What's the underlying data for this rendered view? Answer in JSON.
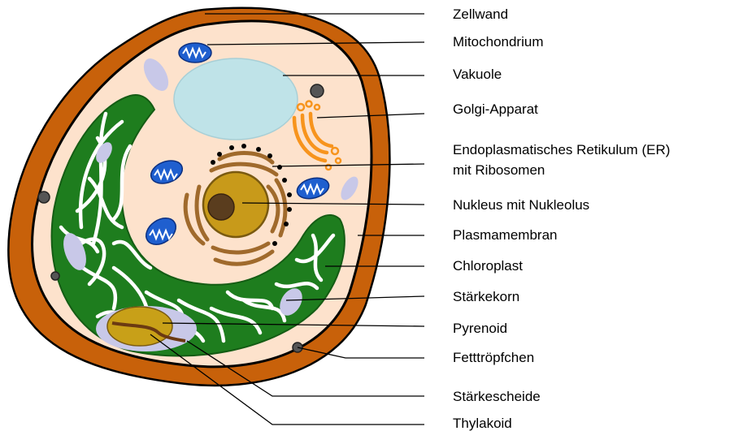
{
  "diagram": {
    "labels": {
      "zellwand": "Zellwand",
      "mitochondrium": "Mitochondrium",
      "vakuole": "Vakuole",
      "golgi": "Golgi-Apparat",
      "er_line1": "Endoplasmatisches Retikulum (ER)",
      "er_line2": "mit Ribosomen",
      "nukleus": "Nukleus mit Nukleolus",
      "plasmamembran": "Plasmamembran",
      "chloroplast": "Chloroplast",
      "staerkekorn": "Stärkekorn",
      "pyrenoid": "Pyrenoid",
      "fetttroepfchen": "Fetttröpfchen",
      "staerkescheide": "Stärkescheide",
      "thylakoid": "Thylakoid"
    },
    "colors": {
      "cell_wall": "#c8610a",
      "cytoplasm": "#fde2cc",
      "membrane": "#000000",
      "vacuole": "#bfe3e8",
      "chloroplast": "#1e7d1e",
      "mitochondrion": "#1f5fcf",
      "golgi": "#f7941d",
      "er": "#a06a2c",
      "nucleus": "#c89a1a",
      "nucleolus": "#5a3d1e",
      "pyrenoid": "#c8a018",
      "starch": "#c8c8e8",
      "lipid": "#555555"
    }
  }
}
